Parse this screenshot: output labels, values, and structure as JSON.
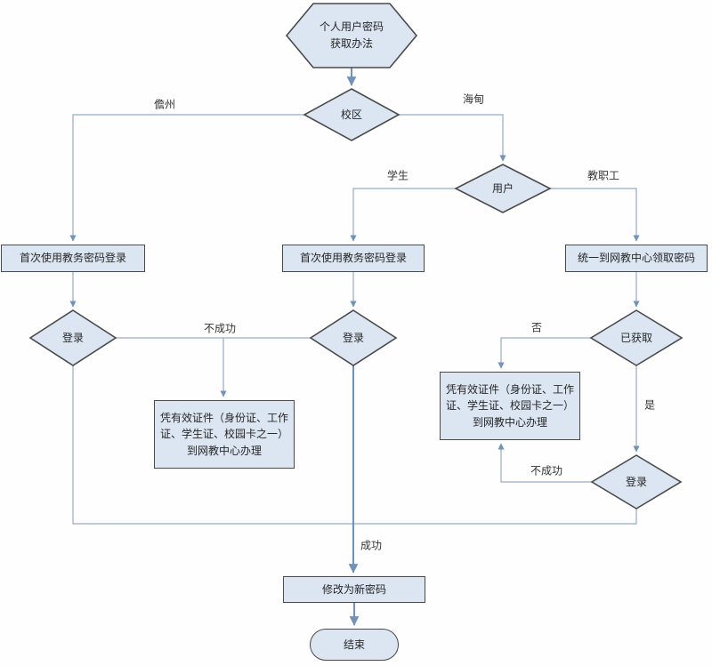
{
  "colors": {
    "node_fill": "#dce6f2",
    "node_border": "#4a4a4a",
    "connector": "#93abc9",
    "connector_dark": "#5d87ba",
    "text": "#262626"
  },
  "nodes": {
    "start": {
      "shape": "hexagon",
      "label": "个人用户密码\n获取办法"
    },
    "campus": {
      "shape": "diamond",
      "label": "校区"
    },
    "user": {
      "shape": "diamond",
      "label": "用户"
    },
    "login_first_left": {
      "shape": "rect",
      "label": "首次使用教务密码登录"
    },
    "login_first_mid": {
      "shape": "rect",
      "label": "首次使用教务密码登录"
    },
    "get_password": {
      "shape": "rect",
      "label": "统一到网教中心领取密码"
    },
    "login_check_left": {
      "shape": "diamond",
      "label": "登录"
    },
    "login_check_mid": {
      "shape": "diamond",
      "label": "登录"
    },
    "obtained_check": {
      "shape": "diamond",
      "label": "已获取"
    },
    "cert_left": {
      "shape": "rect",
      "label": "凭有效证件（身份证、工作证、学生证、校园卡之一）到网教中心办理"
    },
    "cert_right": {
      "shape": "rect",
      "label": "凭有效证件（身份证、工作证、学生证、校园卡之一）到网教中心办理"
    },
    "login_check_bottom": {
      "shape": "diamond",
      "label": "登录"
    },
    "change_password": {
      "shape": "rect",
      "label": "修改为新密码"
    },
    "end": {
      "shape": "terminator",
      "label": "结束"
    }
  },
  "edge_labels": {
    "danzhou": "儋州",
    "haidian": "海甸",
    "student": "学生",
    "staff": "教职工",
    "fail_left": "不成功",
    "no": "否",
    "yes": "是",
    "fail_right": "不成功",
    "success": "成功"
  }
}
